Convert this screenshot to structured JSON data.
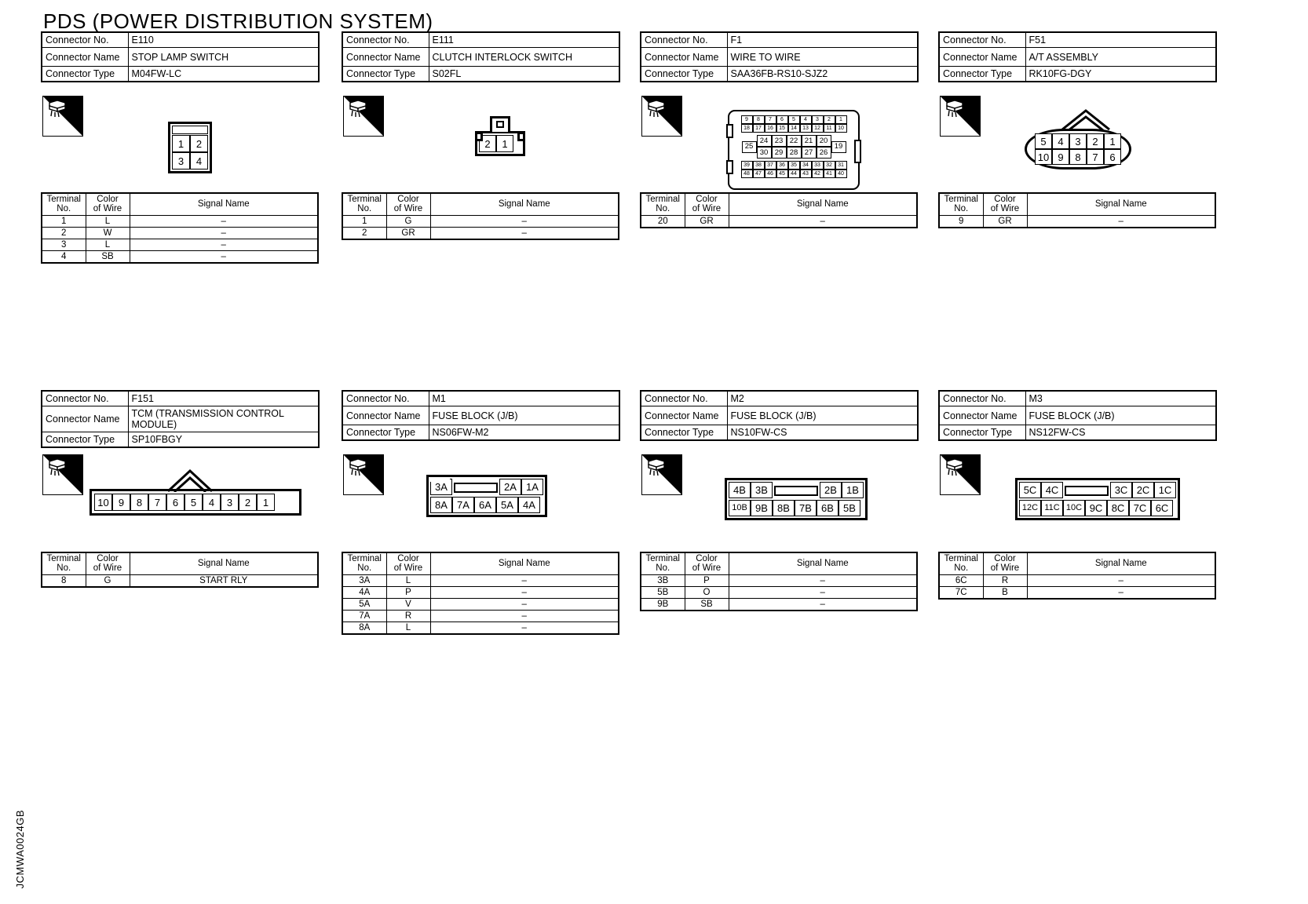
{
  "page": {
    "title": "PDS (POWER DISTRIBUTION SYSTEM)",
    "watermark": "JCMWA0024GB",
    "hs_label": "H.S."
  },
  "labels": {
    "connector_no": "Connector No.",
    "connector_name": "Connector Name",
    "connector_type": "Connector Type",
    "terminal_no": "Terminal\nNo.",
    "terminal_no_l1": "Terminal",
    "terminal_no_l2": "No.",
    "color_of_wire_l1": "Color",
    "color_of_wire_l2": "of Wire",
    "signal_name": "Signal Name",
    "dash": "–"
  },
  "connectors": [
    {
      "id": "E110",
      "no": "E110",
      "name": "STOP LAMP SWITCH",
      "type": "M04FW-LC",
      "pin_layout": {
        "style": "rect4",
        "rows": [
          [
            "1",
            "2"
          ],
          [
            "3",
            "4"
          ]
        ]
      },
      "terminals": [
        {
          "no": "1",
          "color": "L",
          "signal": "–"
        },
        {
          "no": "2",
          "color": "W",
          "signal": "–"
        },
        {
          "no": "3",
          "color": "L",
          "signal": "–"
        },
        {
          "no": "4",
          "color": "SB",
          "signal": "–"
        }
      ]
    },
    {
      "id": "E111",
      "no": "E111",
      "name": "CLUTCH INTERLOCK SWITCH",
      "type": "S02FL",
      "pin_layout": {
        "style": "tab2",
        "rows": [
          [
            "2",
            "1"
          ]
        ]
      },
      "terminals": [
        {
          "no": "1",
          "color": "G",
          "signal": "–"
        },
        {
          "no": "2",
          "color": "GR",
          "signal": "–"
        }
      ]
    },
    {
      "id": "F1",
      "no": "F1",
      "name": "WIRE TO WIRE",
      "type": "SAA36FB-RS10-SJZ2",
      "pin_layout": {
        "style": "w2w",
        "top_rows": [
          [
            "9",
            "8",
            "7",
            "6",
            "5",
            "4",
            "3",
            "2",
            "1"
          ],
          [
            "18",
            "17",
            "16",
            "15",
            "14",
            "13",
            "12",
            "11",
            "10"
          ]
        ],
        "mid_left": "25",
        "mid_rows": [
          [
            "24",
            "23",
            "22",
            "21",
            "20"
          ],
          [
            "30",
            "29",
            "28",
            "27",
            "26"
          ]
        ],
        "mid_right": "19",
        "bottom_rows": [
          [
            "39",
            "38",
            "37",
            "36",
            "35",
            "34",
            "33",
            "32",
            "31"
          ],
          [
            "48",
            "47",
            "46",
            "45",
            "44",
            "43",
            "42",
            "41",
            "40"
          ]
        ]
      },
      "terminals": [
        {
          "no": "20",
          "color": "GR",
          "signal": "–"
        }
      ]
    },
    {
      "id": "F51",
      "no": "F51",
      "name": "A/T ASSEMBLY",
      "type": "RK10FG-DGY",
      "pin_layout": {
        "style": "oval10",
        "rows": [
          [
            "5",
            "4",
            "3",
            "2",
            "1"
          ],
          [
            "10",
            "9",
            "8",
            "7",
            "6"
          ]
        ]
      },
      "terminals": [
        {
          "no": "9",
          "color": "GR",
          "signal": "–"
        }
      ]
    },
    {
      "id": "F151",
      "no": "F151",
      "name": "TCM (TRANSMISSION CONTROL MODULE)",
      "type": "SP10FBGY",
      "pin_layout": {
        "style": "roof10",
        "rows": [
          [
            "10",
            "9",
            "8",
            "7",
            "6",
            "5",
            "4",
            "3",
            "2",
            "1"
          ]
        ]
      },
      "terminals": [
        {
          "no": "8",
          "color": "G",
          "signal": "START RLY"
        }
      ]
    },
    {
      "id": "M1",
      "no": "M1",
      "name": "FUSE BLOCK (J/B)",
      "type": "NS06FW-M2",
      "pin_layout": {
        "style": "fuseblock",
        "top": [
          "3A",
          "",
          "2A",
          "1A"
        ],
        "bottom": [
          "8A",
          "7A",
          "6A",
          "5A",
          "4A"
        ],
        "blank_index": 1,
        "notch": true
      },
      "terminals": [
        {
          "no": "3A",
          "color": "L",
          "signal": "–"
        },
        {
          "no": "4A",
          "color": "P",
          "signal": "–"
        },
        {
          "no": "5A",
          "color": "V",
          "signal": "–"
        },
        {
          "no": "7A",
          "color": "R",
          "signal": "–"
        },
        {
          "no": "8A",
          "color": "L",
          "signal": "–"
        }
      ]
    },
    {
      "id": "M2",
      "no": "M2",
      "name": "FUSE BLOCK (J/B)",
      "type": "NS10FW-CS",
      "pin_layout": {
        "style": "fuseblock",
        "top": [
          "4B",
          "3B",
          "",
          "2B",
          "1B"
        ],
        "bottom": [
          "10B",
          "9B",
          "8B",
          "7B",
          "6B",
          "5B"
        ],
        "blank_index": 2,
        "notch": false
      },
      "terminals": [
        {
          "no": "3B",
          "color": "P",
          "signal": "–"
        },
        {
          "no": "5B",
          "color": "O",
          "signal": "–"
        },
        {
          "no": "9B",
          "color": "SB",
          "signal": "–"
        }
      ]
    },
    {
      "id": "M3",
      "no": "M3",
      "name": "FUSE BLOCK (J/B)",
      "type": "NS12FW-CS",
      "pin_layout": {
        "style": "fuseblock",
        "top": [
          "5C",
          "4C",
          "",
          "3C",
          "2C",
          "1C"
        ],
        "bottom": [
          "12C",
          "11C",
          "10C",
          "9C",
          "8C",
          "7C",
          "6C"
        ],
        "blank_index": 2,
        "notch": false
      },
      "terminals": [
        {
          "no": "6C",
          "color": "R",
          "signal": "–"
        },
        {
          "no": "7C",
          "color": "B",
          "signal": "–"
        }
      ]
    }
  ]
}
